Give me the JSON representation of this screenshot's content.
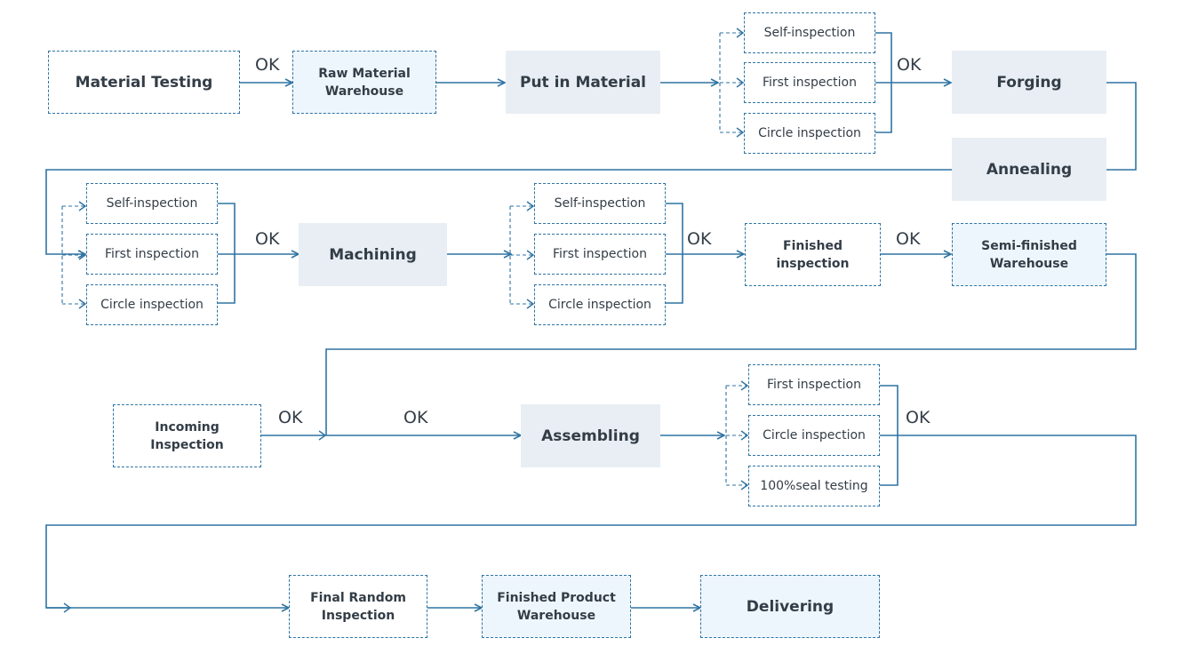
{
  "colors": {
    "line": "#2f74a3",
    "solid_fill": "#e8eef3",
    "tint_fill": "#eef6fd",
    "text": "#333d47"
  },
  "ok_label": "OK",
  "steps": {
    "material_testing": "Material Testing",
    "raw_material_warehouse": "Raw Material Warehouse",
    "put_in_material": "Put in Material",
    "forging": "Forging",
    "annealing": "Annealing",
    "machining": "Machining",
    "finished_inspection": "Finished inspection",
    "semi_finished_warehouse": "Semi-finished Warehouse",
    "incoming_inspection": "Incoming Inspection",
    "assembling": "Assembling",
    "final_random_inspection": "Final Random Inspection",
    "finished_product_warehouse": "Finished Product Warehouse",
    "delivering": "Delivering"
  },
  "inspections": {
    "self": "Self-inspection",
    "first": "First inspection",
    "circle": "Circle inspection",
    "seal": "100%seal testing"
  }
}
